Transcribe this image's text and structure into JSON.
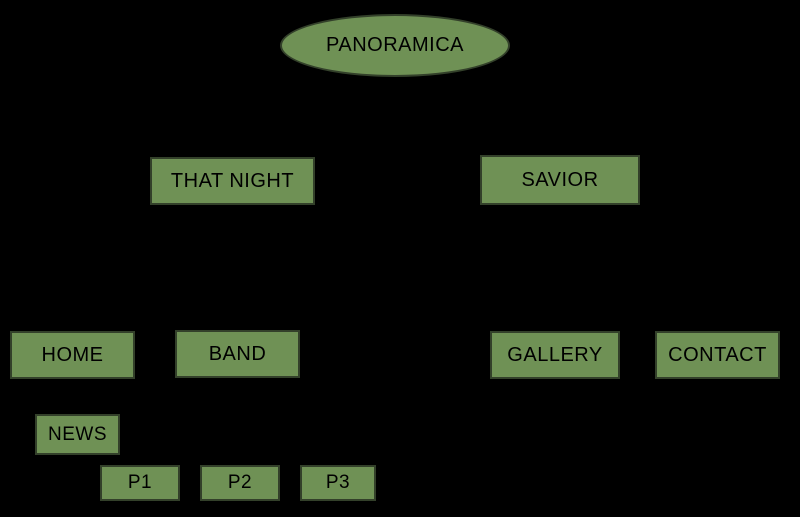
{
  "diagram": {
    "type": "sitemap-tree",
    "background_color": "#000000",
    "node_fill_color": "#6f9155",
    "node_border_color": "#33402a",
    "node_text_color": "#000000",
    "nodes": {
      "panoramica": {
        "label": "PANORAMICA",
        "shape": "ellipse",
        "level": 0
      },
      "that_night": {
        "label": "THAT NIGHT",
        "shape": "rect",
        "level": 1
      },
      "savior": {
        "label": "SAVIOR",
        "shape": "rect",
        "level": 1
      },
      "home": {
        "label": "HOME",
        "shape": "rect",
        "level": 2
      },
      "band": {
        "label": "BAND",
        "shape": "rect",
        "level": 2
      },
      "gallery": {
        "label": "GALLERY",
        "shape": "rect",
        "level": 2
      },
      "contact": {
        "label": "CONTACT",
        "shape": "rect",
        "level": 2
      },
      "news": {
        "label": "NEWS",
        "shape": "rect",
        "level": 3
      },
      "p1": {
        "label": "P1",
        "shape": "rect",
        "level": 4
      },
      "p2": {
        "label": "P2",
        "shape": "rect",
        "level": 4
      },
      "p3": {
        "label": "P3",
        "shape": "rect",
        "level": 4
      }
    }
  }
}
